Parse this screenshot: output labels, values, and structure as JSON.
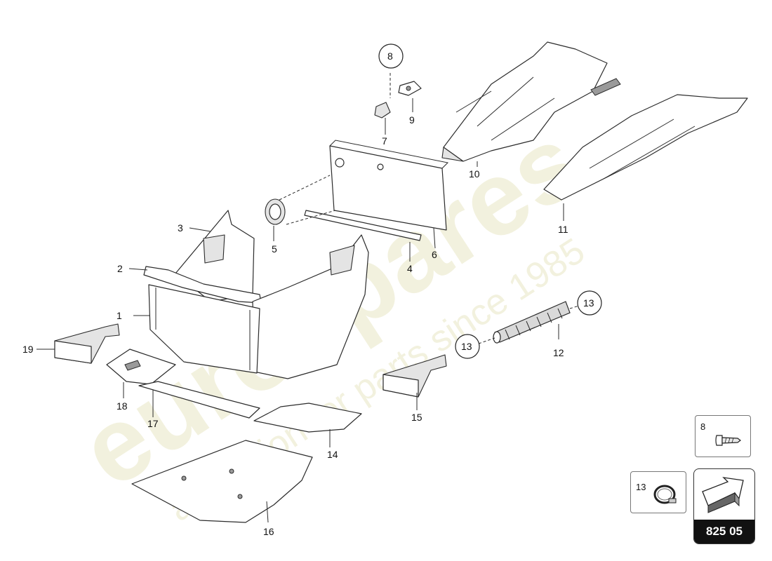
{
  "watermark": {
    "brand": "eurospares",
    "tagline": "a passion for parts since 1985"
  },
  "callouts": {
    "p1": "1",
    "p2": "2",
    "p3": "3",
    "p4": "4",
    "p5": "5",
    "p6": "6",
    "p7": "7",
    "p8": "8",
    "p9": "9",
    "p10": "10",
    "p11": "11",
    "p12": "12",
    "p13a": "13",
    "p13b": "13",
    "p14": "14",
    "p15": "15",
    "p16": "16",
    "p17": "17",
    "p18": "18",
    "p19": "19"
  },
  "legend": {
    "screw_label": "8",
    "clamp_label": "13",
    "section_code": "825 05"
  }
}
